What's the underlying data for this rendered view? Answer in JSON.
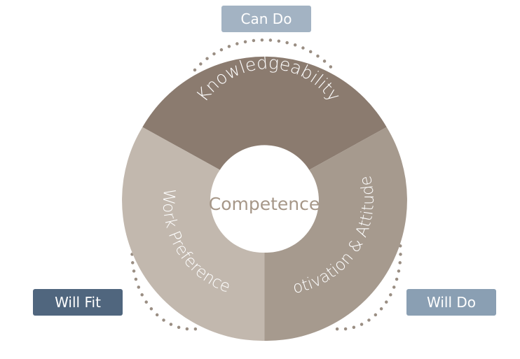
{
  "center": {
    "label": "Competence"
  },
  "segments": {
    "top": {
      "label": "Knowledgeability",
      "color": "#8b7b6f"
    },
    "right": {
      "label": "Motivation & Attitudes",
      "color": "#a69a8e"
    },
    "left": {
      "label": "Work Preference",
      "color": "#c2b8ae"
    }
  },
  "tags": {
    "can_do": {
      "label": "Can Do",
      "color": "#a3b3c3"
    },
    "will_fit": {
      "label": "Will Fit",
      "color": "#50667e"
    },
    "will_do": {
      "label": "Will Do",
      "color": "#8a9fb3"
    }
  },
  "dot_color": "#9a8e83"
}
